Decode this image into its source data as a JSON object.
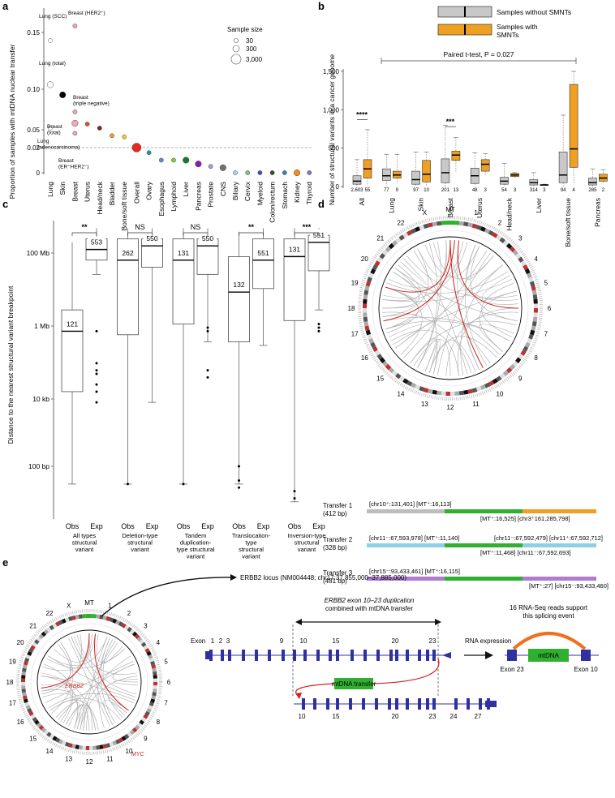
{
  "panels": [
    "a",
    "b",
    "c",
    "d",
    "e"
  ],
  "chart_data": [
    {
      "panel": "a",
      "type": "scatter",
      "ylabel": "Proportion of samples with mtDNA nuclear transfer",
      "yticks": [
        "0",
        "0.02",
        "0.05",
        "0.10",
        "0.15"
      ],
      "ylim": [
        0,
        0.16
      ],
      "categories": [
        "Lung",
        "Skin",
        "Breast",
        "Uterus",
        "Head/neck",
        "Bladder",
        "Bone/soft tissue",
        "Overall",
        "Ovary",
        "Esophagus",
        "Lymphoid",
        "Liver",
        "Pancreas",
        "Prostate",
        "CNS",
        "Biliary",
        "Cervix",
        "Myeloid",
        "Colon/rectum",
        "Stomach",
        "Kidney",
        "Thyroid"
      ],
      "reference_line": 0.02,
      "legend_title": "Sample size",
      "legend_sizes": [
        "30",
        "300",
        "3,000"
      ],
      "points": [
        {
          "cat": "Lung",
          "y": 0.143,
          "size": "small",
          "color": "#ffffff",
          "label": "Lung (SCC)"
        },
        {
          "cat": "Lung",
          "y": 0.104,
          "size": "mid",
          "color": "#ffffff",
          "label": "Lung (total)"
        },
        {
          "cat": "Lung",
          "y": 0.052,
          "size": "small",
          "color": "#ffffff",
          "label": "Lung\n(adenocarcinoma)"
        },
        {
          "cat": "Skin",
          "y": 0.093,
          "size": "mid",
          "color": "#000000",
          "label": ""
        },
        {
          "cat": "Breast",
          "y": 0.158,
          "size": "small",
          "color": "#f4a6b8",
          "label": "Breast (HER2+)"
        },
        {
          "cat": "Breast",
          "y": 0.072,
          "size": "small",
          "color": "#f4a6b8",
          "label": "Breast\n(triple negative)"
        },
        {
          "cat": "Breast",
          "y": 0.058,
          "size": "mid",
          "color": "#f4a6b8",
          "label": "Breast\n(total)"
        },
        {
          "cat": "Breast",
          "y": 0.044,
          "size": "small",
          "color": "#f4a6b8",
          "label": "Breast\n(ER+HER2−)"
        },
        {
          "cat": "Uterus",
          "y": 0.057,
          "size": "small",
          "color": "#e0532c",
          "label": ""
        },
        {
          "cat": "Head/neck",
          "y": 0.052,
          "size": "small",
          "color": "#8b1a1a",
          "label": ""
        },
        {
          "cat": "Bladder",
          "y": 0.04,
          "size": "small",
          "color": "#f0a020",
          "label": ""
        },
        {
          "cat": "Bone/soft tissue",
          "y": 0.038,
          "size": "small",
          "color": "#e8d020",
          "label": ""
        },
        {
          "cat": "Overall",
          "y": 0.02,
          "size": "large",
          "color": "#e8281e",
          "label": ""
        },
        {
          "cat": "Ovary",
          "y": 0.016,
          "size": "small",
          "color": "#1a9aa0",
          "label": ""
        },
        {
          "cat": "Esophagus",
          "y": 0.01,
          "size": "small",
          "color": "#5a8fd8",
          "label": ""
        },
        {
          "cat": "Lymphoid",
          "y": 0.01,
          "size": "small",
          "color": "#8acc40",
          "label": ""
        },
        {
          "cat": "Liver",
          "y": 0.01,
          "size": "mid",
          "color": "#1a7a2a",
          "label": ""
        },
        {
          "cat": "Pancreas",
          "y": 0.007,
          "size": "mid",
          "color": "#8a1ab0",
          "label": ""
        },
        {
          "cat": "Prostate",
          "y": 0.005,
          "size": "small",
          "color": "#9aa0d8",
          "label": ""
        },
        {
          "cat": "CNS",
          "y": 0.004,
          "size": "mid",
          "color": "#707070",
          "label": ""
        },
        {
          "cat": "Biliary",
          "y": 0.0,
          "size": "small",
          "color": "#a8d8e8",
          "label": ""
        },
        {
          "cat": "Cervix",
          "y": 0.0,
          "size": "small",
          "color": "#70c890",
          "label": ""
        },
        {
          "cat": "Myeloid",
          "y": 0.0,
          "size": "small",
          "color": "#4050c0",
          "label": ""
        },
        {
          "cat": "Colon/rectum",
          "y": 0.0,
          "size": "small",
          "color": "#305020",
          "label": ""
        },
        {
          "cat": "Stomach",
          "y": 0.0,
          "size": "small",
          "color": "#3080c0",
          "label": ""
        },
        {
          "cat": "Kidney",
          "y": 0.0,
          "size": "mid",
          "color": "#f09020",
          "label": ""
        },
        {
          "cat": "Thyroid",
          "y": 0.0,
          "size": "small",
          "color": "#8a70c8",
          "label": ""
        }
      ]
    },
    {
      "panel": "b",
      "type": "box",
      "ylabel": "Number of structural variants in a cancer genome",
      "yticks": [
        "0",
        "500",
        "1,000",
        "1,500"
      ],
      "ylim": [
        0,
        1600
      ],
      "legend": [
        {
          "name": "Samples without SMNTs",
          "color": "#c8c8c8"
        },
        {
          "name": "Samples with SMNTs",
          "color": "#f0a020"
        }
      ],
      "paired_test": "Paired t-test, P = 0.027",
      "groups": [
        {
          "name": "All",
          "n": [
            "2,603",
            "55"
          ],
          "sig": "****",
          "without": [
            0,
            30,
            70,
            140,
            350
          ],
          "with": [
            10,
            110,
            230,
            350,
            740
          ]
        },
        {
          "name": "Lung",
          "n": [
            "77",
            "9"
          ],
          "sig": "",
          "without": [
            10,
            80,
            140,
            230,
            420
          ],
          "with": [
            40,
            110,
            150,
            200,
            420
          ]
        },
        {
          "name": "Skin",
          "n": [
            "97",
            "10"
          ],
          "sig": "",
          "without": [
            0,
            30,
            90,
            200,
            450
          ],
          "with": [
            10,
            60,
            160,
            340,
            450
          ]
        },
        {
          "name": "Breast",
          "n": [
            "201",
            "13"
          ],
          "sig": "***",
          "without": [
            0,
            50,
            180,
            360,
            800
          ],
          "with": [
            190,
            340,
            410,
            460,
            640
          ]
        },
        {
          "name": "Uterus",
          "n": [
            "48",
            "3"
          ],
          "sig": "",
          "without": [
            0,
            40,
            140,
            240,
            440
          ],
          "with": [
            150,
            200,
            290,
            350,
            430
          ]
        },
        {
          "name": "Head/neck",
          "n": [
            "54",
            "3"
          ],
          "sig": "",
          "without": [
            0,
            30,
            70,
            120,
            300
          ],
          "with": [
            110,
            130,
            150,
            170,
            180
          ]
        },
        {
          "name": "Liver",
          "n": [
            "314",
            "3"
          ],
          "sig": "",
          "without": [
            0,
            20,
            50,
            90,
            180
          ],
          "with": [
            10,
            15,
            20,
            25,
            30
          ]
        },
        {
          "name": "Bone/soft tissue",
          "n": [
            "94",
            "4"
          ],
          "sig": "",
          "without": [
            0,
            50,
            150,
            450,
            930
          ],
          "with": [
            40,
            250,
            490,
            1330,
            1500
          ]
        },
        {
          "name": "Pancreas",
          "n": [
            "285",
            "2"
          ],
          "sig": "",
          "without": [
            0,
            20,
            50,
            110,
            230
          ],
          "with": [
            40,
            70,
            110,
            160,
            220
          ]
        }
      ]
    },
    {
      "panel": "c",
      "type": "box",
      "ylabel": "Distance to the nearest structural variant breakpoint",
      "yticks": [
        "100 bp",
        "10 kb",
        "1 Mb",
        "100 Mb"
      ],
      "groups": [
        {
          "name": "All types\nstructural\nvariant",
          "sig": "**",
          "obs_n": "121",
          "exp_n": "553"
        },
        {
          "name": "Deletion-type\nstructural\nvariant",
          "sig": "NS",
          "obs_n": "262",
          "exp_n": "550"
        },
        {
          "name": "Tandem\nduplication-\ntype structural\nvariant",
          "sig": "NS",
          "obs_n": "131",
          "exp_n": "550"
        },
        {
          "name": "Translocation-\ntype\nstructural\nvariant",
          "sig": "**",
          "obs_n": "132",
          "exp_n": "551"
        },
        {
          "name": "Inversion-type\nstructural\nvariant",
          "sig": "***",
          "obs_n": "131",
          "exp_n": "551"
        }
      ],
      "xlabels": [
        "Obs",
        "Exp"
      ]
    }
  ],
  "panel_d": {
    "chromosomes": [
      "MT",
      "1",
      "2",
      "3",
      "4",
      "5",
      "6",
      "7",
      "8",
      "9",
      "10",
      "11",
      "12",
      "13",
      "14",
      "15",
      "16",
      "17",
      "18",
      "19",
      "20",
      "21",
      "22",
      "X"
    ],
    "transfers": [
      {
        "label": "Transfer 1",
        "size": "(412 bp)",
        "top": "chr10⁺:131,401] [MT⁺:16,113",
        "bottom": "MT⁺:16,525] [chr3⁺161,285,798"
      },
      {
        "label": "Transfer 2",
        "size": "(328 bp)",
        "top": "chr11⁻:67,593,978] [MT⁺:11,140",
        "top2": "chr11⁻:67,592,479] [chr11⁺:67,592,712",
        "bottom": "MT⁺:11,468] [chr11⁻:67,592,693"
      },
      {
        "label": "Transfer 3",
        "size": "(481 bp)",
        "top": "chr15⁻:93,433,461] [MT⁺:16,115",
        "bottom": "MT⁺:27] [chr15⁻:93,433,460"
      }
    ]
  },
  "panel_e": {
    "locus": "ERBB2 locus (NM004448; chr17:37,855,000–37,885,000)",
    "dup_title1": "ERBB2 exon 10–23 duplication",
    "dup_title2": "combined with mtDNA transfer",
    "exon_label": "Exon",
    "exons_top": [
      "1",
      "2",
      "3",
      "9",
      "10",
      "15",
      "20",
      "23"
    ],
    "exons_bottom": [
      "10",
      "15",
      "20",
      "23",
      "24",
      "27"
    ],
    "mt_transfer": "mtDNA transfer",
    "rna_expr": "RNA expression",
    "rnaseq1": "16 RNA-Seq reads support",
    "rnaseq2": "this splicing event",
    "mtdna": "mtDNA",
    "exon23": "Exon 23",
    "exon10": "Exon 10",
    "gene_labels": [
      "ERBB2",
      "MYC"
    ]
  }
}
